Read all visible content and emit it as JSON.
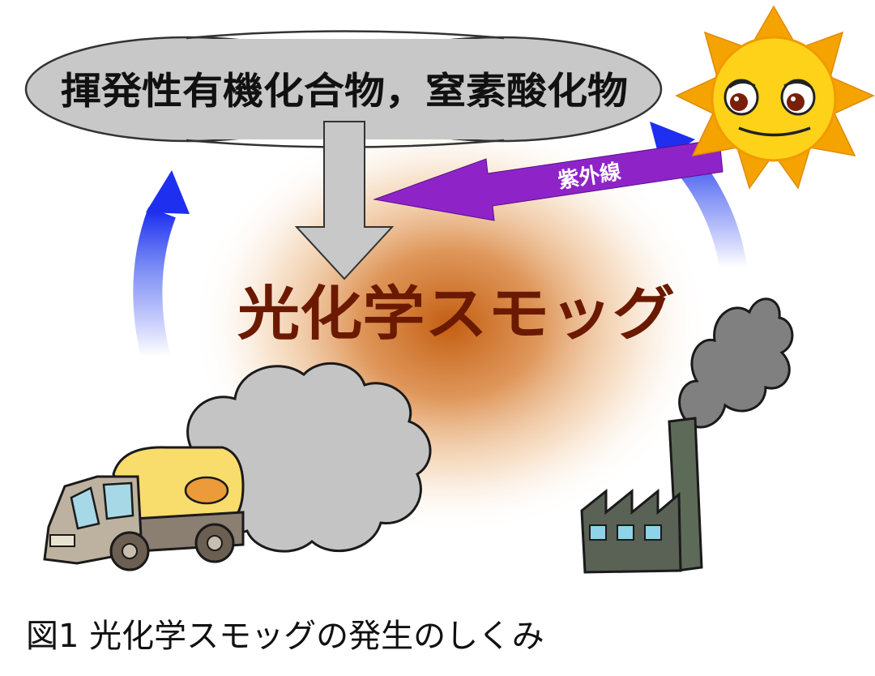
{
  "diagram": {
    "precursors_label": "揮発性有機化合物，窒素酸化物",
    "uv_label": "紫外線",
    "smog_label": "光化学スモッグ",
    "icons": [
      "sun-icon",
      "truck-icon",
      "factory-icon",
      "exhaust-cloud-icon",
      "smoke-icon"
    ],
    "colors": {
      "uv_arrow": "#8e24c8",
      "rising_arrows": "#2a3cf0",
      "smog_label": "#6b1a00",
      "smog_haze": "#c86a20",
      "ellipse_fill": "#c8c8c8",
      "sun": "#ffd21a",
      "sun_rays": "#f5a300",
      "truck_tank": "#f8dc6c",
      "factory": "#5a6155"
    }
  },
  "caption": "図1 光化学スモッグの発生のしくみ"
}
